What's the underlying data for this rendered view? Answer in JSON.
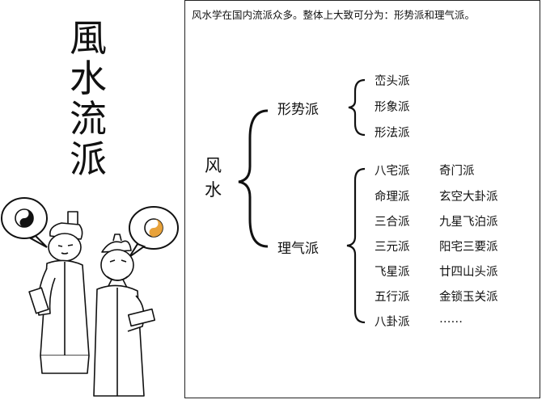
{
  "title_chars": [
    "風",
    "水",
    "流",
    "派"
  ],
  "intro": "风水学在国内流派众多。整体上大致可分为：形势派和理气派。",
  "root": [
    "风",
    "水"
  ],
  "branch_xingshi": {
    "label": "形势派",
    "items": [
      "峦头派",
      "形象派",
      "形法派"
    ]
  },
  "branch_liqi": {
    "label": "理气派",
    "col1": [
      "八宅派",
      "命理派",
      "三合派",
      "三元派",
      "飞星派",
      "五行派",
      "八卦派"
    ],
    "col2": [
      "奇门派",
      "玄空大卦派",
      "九星飞泊派",
      "阳宅三要派",
      "廿四山头派",
      "金锁玉关派",
      "……"
    ]
  },
  "colors": {
    "ink": "#111111",
    "yin_yang_accent": "#e8a23a"
  },
  "icons": [
    "yin-yang-icon",
    "yin-yang-icon"
  ]
}
